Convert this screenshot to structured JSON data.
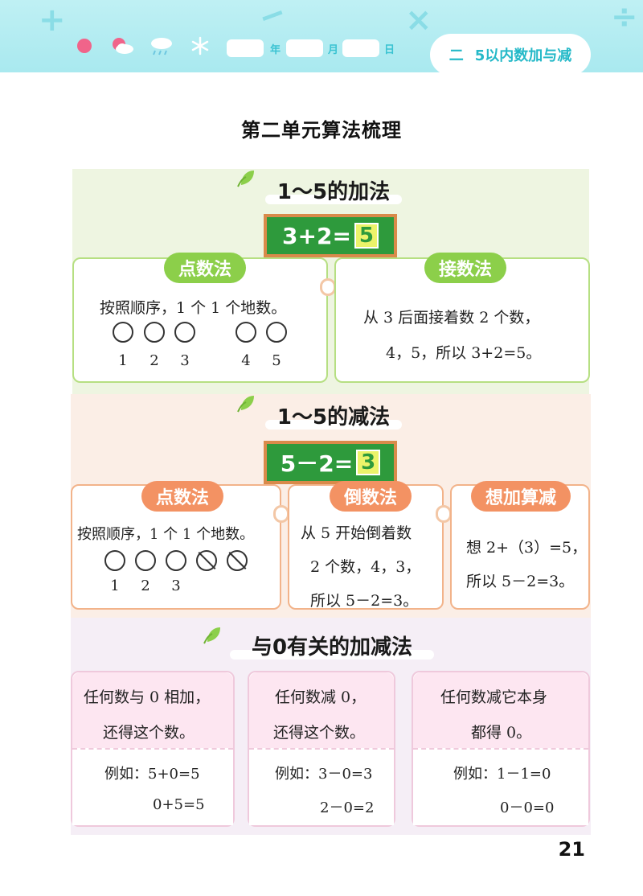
{
  "header": {
    "date_year": "年",
    "date_month": "月",
    "date_day": "日",
    "chapter_number": "二",
    "chapter_title": "5以内数加与减",
    "weather_icons": [
      "sun-icon",
      "cloud-sun-icon",
      "rain-icon",
      "snowflake-icon"
    ]
  },
  "page_title": "第二单元算法梳理",
  "addition": {
    "heading": "1～5的加法",
    "equation": "3+2=",
    "answer": "5",
    "left": {
      "tag": "点数法",
      "text": "按照顺序，1 个 1 个地数。",
      "numbers": [
        "1",
        "2",
        "3",
        "4",
        "5"
      ]
    },
    "right": {
      "tag": "接数法",
      "line1": "从 3 后面接着数 2 个数，",
      "line2": "4，5，所以 3+2=5。"
    }
  },
  "subtraction": {
    "heading": "1～5的减法",
    "equation": "5－2=",
    "answer": "3",
    "left": {
      "tag": "点数法",
      "text": "按照顺序，1 个 1 个地数。",
      "numbers": [
        "1",
        "2",
        "3"
      ]
    },
    "middle": {
      "tag": "倒数法",
      "line1": "从 5 开始倒着数",
      "line2": "2 个数，4，3，",
      "line3": "所以 5－2=3。"
    },
    "right": {
      "tag": "想加算减",
      "line1": "想 2+（3）=5，",
      "line2": "所以 5－2=3。"
    }
  },
  "zero": {
    "heading": "与0有关的加减法",
    "cards": [
      {
        "rule1": "任何数与 0 相加，",
        "rule2": "还得这个数。",
        "ex1": "例如：5+0=5",
        "ex2": "0+5=5"
      },
      {
        "rule1": "任何数减 0，",
        "rule2": "还得这个数。",
        "ex1": "例如：3－0=3",
        "ex2": "2－0=2"
      },
      {
        "rule1": "任何数减它本身",
        "rule2": "都得 0。",
        "ex1": "例如：1－1=0",
        "ex2": "0－0=0"
      }
    ]
  },
  "page_number": "21",
  "colors": {
    "header_bg": "#a9e9ef",
    "accent_cyan": "#25b9c8",
    "board_green": "#2e9a3c",
    "tag_green": "#8ccf4a",
    "tag_orange": "#f39263",
    "answer_yellow": "#ecf36a"
  }
}
